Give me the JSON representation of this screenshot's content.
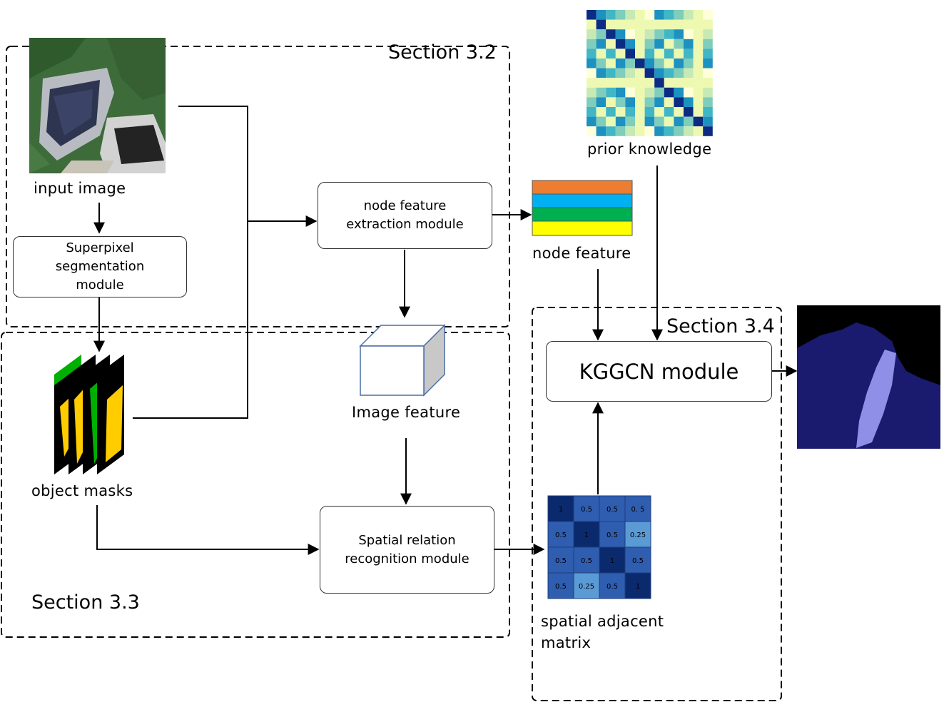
{
  "sections": {
    "s32": "Section 3.2",
    "s33": "Section 3.3",
    "s34": "Section 3.4"
  },
  "labels": {
    "input_image": "input image",
    "object_masks": "object masks",
    "image_feature": "Image feature",
    "node_feature": "node feature",
    "prior_knowledge": "prior knowledge",
    "spatial_matrix_line1": "spatial adjacent",
    "spatial_matrix_line2": "matrix"
  },
  "modules": {
    "superpixel": [
      "Superpixel",
      "segmentation",
      "module"
    ],
    "node_extraction": [
      "node feature",
      "extraction module"
    ],
    "spatial_relation": [
      "Spatial relation",
      "recognition module"
    ],
    "kggcn": "KGGCN module"
  },
  "spatial_matrix": [
    [
      "1",
      "0.5",
      "0.5",
      "0. 5"
    ],
    [
      "0.5",
      "1",
      "0.5",
      "0.25"
    ],
    [
      "0.5",
      "0.5",
      "1",
      "0.5"
    ],
    [
      "0.5",
      "0.25",
      "0.5",
      "1"
    ]
  ],
  "colors": {
    "node_feature_bars": [
      "#ed7d31",
      "#00b0f0",
      "#00b050",
      "#ffff00"
    ],
    "mask_green": "#00b000",
    "mask_yellow": "#ffcc00",
    "seg_background": "#000000",
    "seg_field": "#1a1a6e",
    "seg_road": "#8f8fe8"
  },
  "icons": {
    "input_image": "aerial-photo-icon",
    "object_masks": "mask-stack-icon",
    "image_feature": "feature-cube-icon",
    "prior_knowledge": "cooccurrence-heatmap-icon",
    "output": "segmentation-map-icon"
  }
}
